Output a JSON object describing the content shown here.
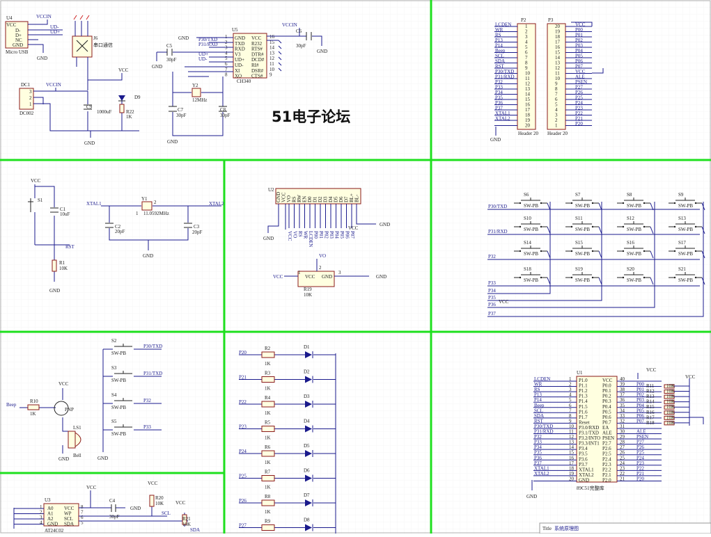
{
  "watermark": "51电子论坛",
  "title_block": {
    "label": "Title",
    "value": "系统原理图"
  },
  "usb": {
    "ref": "U4",
    "name": "Micro USB",
    "pins": [
      "VCC",
      "D-",
      "D+",
      "NC",
      "GND"
    ],
    "nets": [
      "VCCIN",
      "UD-",
      "UD+"
    ],
    "switch_ref": "J6",
    "switch_label": "串口通信"
  },
  "power": {
    "dc_ref": "DC1",
    "dc_name": "DC002",
    "dc_pins": [
      "3",
      "2",
      "1"
    ],
    "vccin": "VCCIN",
    "cap_ref": "C9",
    "cap_val": "1000uF",
    "led_ref": "D9",
    "res_ref": "R22",
    "res_val": "1K",
    "vcc": "VCC"
  },
  "ch340": {
    "ref": "U5",
    "name": "CH340",
    "left_pins": [
      "GND",
      "TXD",
      "RXD",
      "V3",
      "UD+",
      "UD-",
      "XI",
      "XO"
    ],
    "left_nums": [
      "1",
      "2",
      "3",
      "4",
      "5",
      "6",
      "7",
      "8"
    ],
    "right_pins": [
      "VCC",
      "R232",
      "RTS#",
      "DTR#",
      "DCD#",
      "RI#",
      "DSR#",
      "CTS#"
    ],
    "right_nums": [
      "16",
      "15",
      "14",
      "13",
      "12",
      "11",
      "10",
      "9"
    ],
    "nets": [
      "P30/TXD",
      "P31/RXD",
      "UD+",
      "UD-",
      "VCCIN"
    ],
    "caps": [
      {
        "ref": "C5",
        "val": "30pF"
      },
      {
        "ref": "C6",
        "val": "30pF"
      },
      {
        "ref": "C7",
        "val": "30pF"
      },
      {
        "ref": "C8",
        "val": "30pF"
      }
    ],
    "crystal": {
      "ref": "Y2",
      "val": "12MHz"
    }
  },
  "header_p2": {
    "ref": "P2",
    "name": "Header 20",
    "nets": [
      "LCDEN",
      "WR",
      "RS",
      "P13",
      "P14",
      "Beep",
      "SCL",
      "SDA",
      "RST",
      "P30/TXD",
      "P31/RXD",
      "P32",
      "P33",
      "P34",
      "P35",
      "P36",
      "P37",
      "XTAL1",
      "XTAL2",
      ""
    ],
    "nums": [
      "1",
      "2",
      "3",
      "4",
      "5",
      "6",
      "7",
      "8",
      "9",
      "10",
      "11",
      "12",
      "13",
      "14",
      "15",
      "16",
      "17",
      "18",
      "19",
      "20"
    ]
  },
  "header_p3": {
    "ref": "P3",
    "name": "Header 20",
    "nets": [
      "VCC",
      "P00",
      "P01",
      "P02",
      "P03",
      "P04",
      "P05",
      "P06",
      "P07",
      "VCC",
      "ALE",
      "PSEN",
      "P27",
      "P26",
      "P25",
      "P24",
      "P23",
      "P22",
      "P21",
      "P20"
    ],
    "nums": [
      "20",
      "19",
      "18",
      "17",
      "16",
      "15",
      "14",
      "13",
      "12",
      "11",
      "10",
      "9",
      "8",
      "7",
      "6",
      "5",
      "4",
      "3",
      "2",
      "1"
    ]
  },
  "reset": {
    "vcc": "VCC",
    "sw_ref": "S1",
    "cap_ref": "C1",
    "cap_val": "10uF",
    "net": "RST",
    "res_ref": "R1",
    "res_val": "10K",
    "gnd": "GND"
  },
  "osc": {
    "net1": "XTAL1",
    "net2": "XTAL2",
    "crystal_ref": "Y1",
    "crystal_val": "11.0592MHz",
    "c2_ref": "C2",
    "c2_val": "20pF",
    "c3_ref": "C3",
    "c3_val": "20pF",
    "gnd": "GND",
    "pins": [
      "1",
      "2"
    ]
  },
  "lcd": {
    "ref": "U2",
    "pins": [
      "GND",
      "VCC",
      "VO",
      "RS",
      "RW",
      "EN",
      "D0",
      "D1",
      "D2",
      "D3",
      "D4",
      "D5",
      "D6",
      "D7",
      "BL+",
      "BL-"
    ],
    "bottom_nets": [
      "VCC",
      "VO",
      "RS",
      "WR",
      "LCDEN",
      "P00",
      "P01",
      "P02",
      "P03",
      "P04",
      "P05",
      "P06",
      "P07"
    ],
    "vcc": "VCC",
    "gnd": "GND",
    "pot": {
      "ref": "R19",
      "val": "10K",
      "vcc": "VCC",
      "gnd": "GND",
      "vo": "VO",
      "pins": [
        "1",
        "2",
        "3"
      ]
    }
  },
  "keypad": {
    "switch_refs": [
      "S6",
      "S7",
      "S8",
      "S9",
      "S10",
      "S11",
      "S12",
      "S13",
      "S14",
      "S15",
      "S16",
      "S17",
      "S18",
      "S19",
      "S20",
      "S21"
    ],
    "switch_type": "SW-PB",
    "row_nets": [
      "P30/TXD",
      "P31/RXD",
      "P32",
      "P33"
    ],
    "col_nets": [
      "P34",
      "P35",
      "P36",
      "P37"
    ]
  },
  "buzzer": {
    "net": "Beep",
    "res_ref": "R10",
    "res_val": "1K",
    "vcc": "VCC",
    "transistor": "PNP",
    "ref": "LS1",
    "name": "Bell",
    "gnd": "GND"
  },
  "buttons": {
    "items": [
      {
        "ref": "S2",
        "type": "SW-PB",
        "net": "P30/TXD"
      },
      {
        "ref": "S3",
        "type": "SW-PB",
        "net": "P31/TXD"
      },
      {
        "ref": "S4",
        "type": "SW-PB",
        "net": "P32"
      },
      {
        "ref": "S5",
        "type": "SW-PB",
        "net": "P33"
      }
    ],
    "gnd": "GND"
  },
  "leds": {
    "items": [
      {
        "net": "P20",
        "res": "R2",
        "val": "1K",
        "led": "D1"
      },
      {
        "net": "P21",
        "res": "R3",
        "val": "1K",
        "led": "D2"
      },
      {
        "net": "P22",
        "res": "R4",
        "val": "1K",
        "led": "D3"
      },
      {
        "net": "P23",
        "res": "R5",
        "val": "1K",
        "led": "D4"
      },
      {
        "net": "P24",
        "res": "R6",
        "val": "1K",
        "led": "D5"
      },
      {
        "net": "P25",
        "res": "R7",
        "val": "1K",
        "led": "D6"
      },
      {
        "net": "P26",
        "res": "R8",
        "val": "1K",
        "led": "D7"
      },
      {
        "net": "P27",
        "res": "R9",
        "val": "1K",
        "led": "D8"
      }
    ]
  },
  "eeprom": {
    "ref": "U3",
    "name": "AT24C02",
    "left_pins": [
      "A0",
      "A1",
      "A2",
      "GND"
    ],
    "left_nums": [
      "1",
      "2",
      "3",
      "4"
    ],
    "right_pins": [
      "VCC",
      "WP",
      "SCL",
      "SDA"
    ],
    "right_nums": [
      "8",
      "7",
      "6",
      "5"
    ],
    "cap_ref": "C4",
    "cap_val": "30pF",
    "gnd": "GND",
    "vcc": "VCC",
    "r20_ref": "R20",
    "r20_val": "10K",
    "r21_ref": "R21",
    "r21_val": "10K",
    "scl": "SCL",
    "sda": "SDA"
  },
  "mcu": {
    "ref": "U1",
    "name": "89C51完整库",
    "left_pins": [
      "P1.0",
      "P1.1",
      "P1.2",
      "P1.3",
      "P1.4",
      "P1.5",
      "P1.6",
      "P1.7",
      "Reset",
      "P3.0/RXD",
      "P3.1/TXD",
      "P3.2/INTO",
      "P3.3/INT1",
      "P3.4",
      "P3.5",
      "P3.6",
      "P3.7",
      "XTAL1",
      "XTAL2",
      "GND"
    ],
    "left_nums": [
      "1",
      "2",
      "3",
      "4",
      "5",
      "6",
      "7",
      "8",
      "9",
      "10",
      "11",
      "12",
      "13",
      "14",
      "15",
      "16",
      "17",
      "18",
      "19",
      "20"
    ],
    "left_nets": [
      "LCDEN",
      "WR",
      "RS",
      "P13",
      "P14",
      "Beep",
      "SCL",
      "SDA",
      "RST",
      "P30/TXD",
      "P31/RXD",
      "P32",
      "P33",
      "P34",
      "P35",
      "P36",
      "P37",
      "XTAL1",
      "XTAL2",
      ""
    ],
    "right_pins": [
      "VCC",
      "P0.0",
      "P0.1",
      "P0.2",
      "P0.3",
      "P0.4",
      "P0.5",
      "P0.6",
      "P0.7",
      "EA",
      "ALE",
      "PSEN",
      "P2.7",
      "P2.6",
      "P2.5",
      "P2.4",
      "P2.3",
      "P2.2",
      "P2.1",
      "P2.0"
    ],
    "right_nums": [
      "40",
      "39",
      "38",
      "37",
      "36",
      "35",
      "34",
      "33",
      "32",
      "31",
      "30",
      "29",
      "28",
      "27",
      "26",
      "25",
      "24",
      "23",
      "22",
      "21"
    ],
    "right_nets": [
      "",
      "P00",
      "P01",
      "P02",
      "P03",
      "P04",
      "P05",
      "P06",
      "P07",
      "",
      "ALE",
      "PSEN",
      "P27",
      "P26",
      "P25",
      "P24",
      "P23",
      "P22",
      "P21",
      "P20"
    ],
    "pullups": {
      "refs": [
        "R11",
        "R12",
        "R13",
        "R14",
        "R15",
        "R16",
        "R17",
        "R18"
      ],
      "val": "10K"
    },
    "vcc": "VCC",
    "gnd": "GND"
  }
}
